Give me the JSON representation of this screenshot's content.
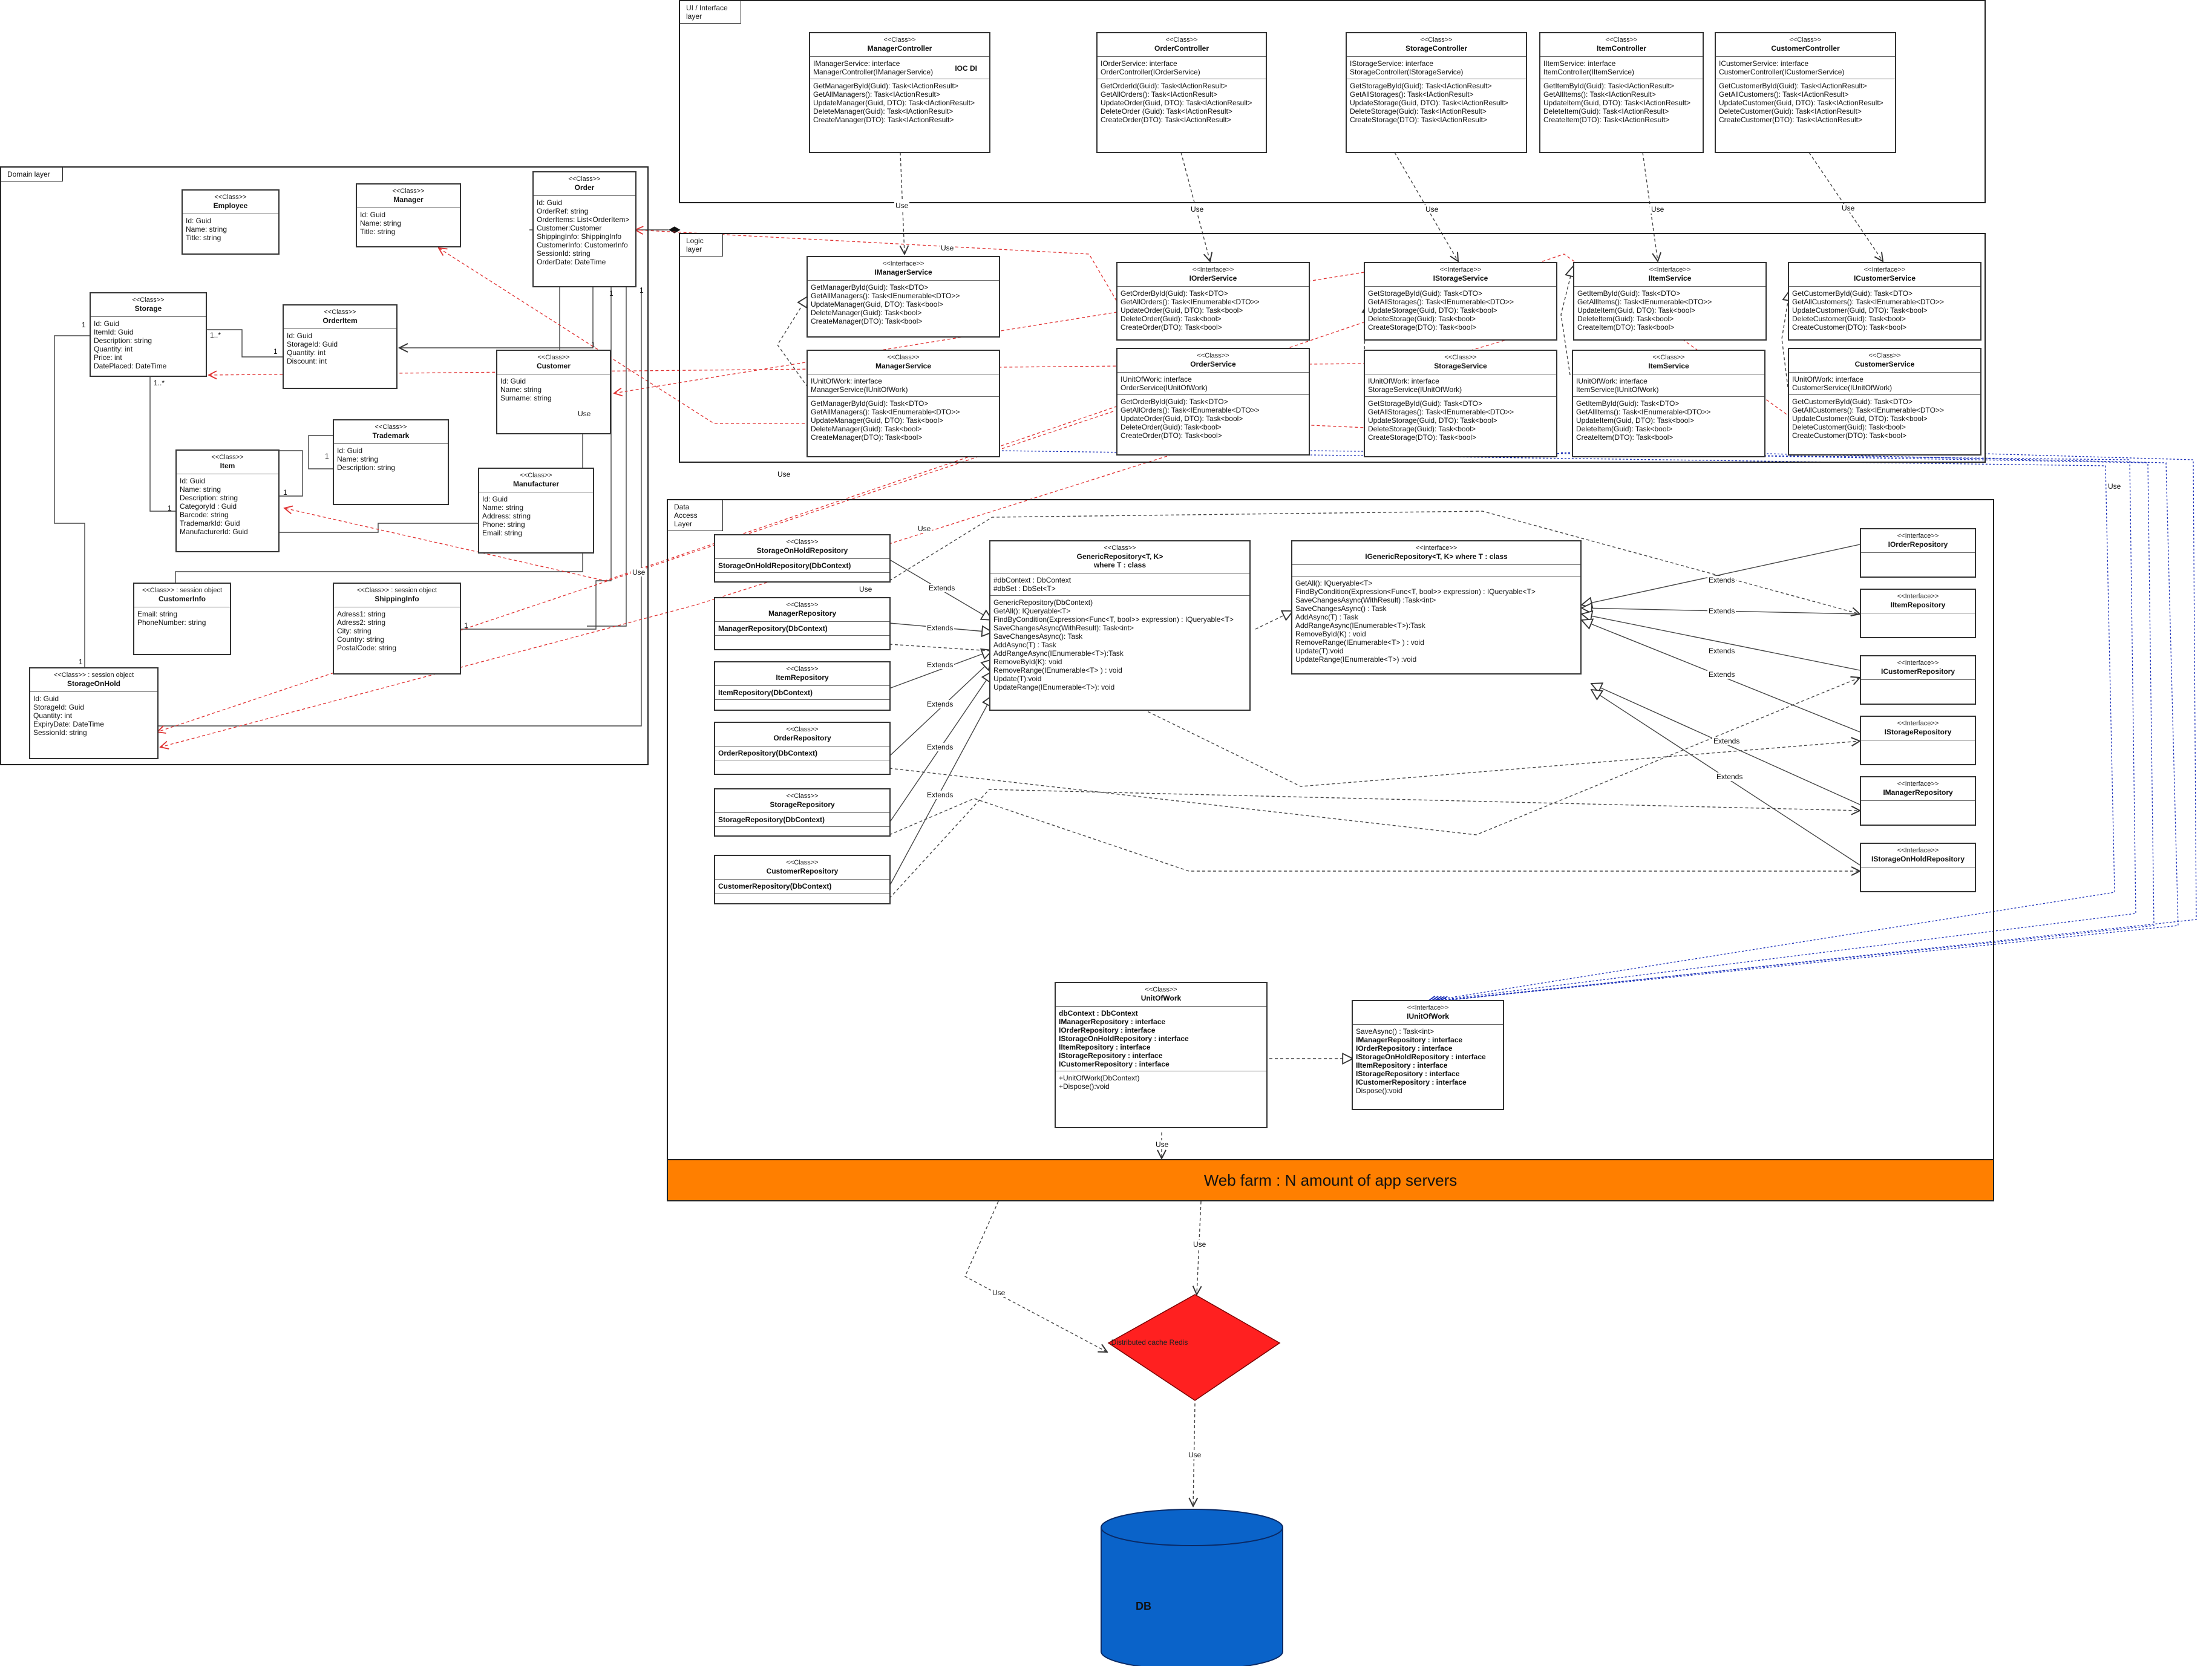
{
  "frames": {
    "ui": "UI / Interface layer",
    "logic": "Logic layer",
    "domain": "Domain layer",
    "dal": "Data Access Layer"
  },
  "controllers": [
    {
      "stereo": "<<Class>>",
      "name": "ManagerController",
      "fields": [
        "IManagerService: interface",
        "ManagerController(IManagerService)"
      ],
      "extra": "IOC DI",
      "methods": [
        "GetManagerById(Guid): Task<IActionResult>",
        "GetAllManagers(): Task<IActionResult>",
        "UpdateManager(Guid, DTO): Task<IActionResult>",
        "DeleteManager(Guid): Task<IActionResult>",
        "CreateManager(DTO): Task<IActionResult>"
      ]
    },
    {
      "stereo": "<<Class>>",
      "name": "OrderController",
      "fields": [
        "IOrderService: interface",
        "OrderController(IOrderService)"
      ],
      "methods": [
        "GetOrderId(Guid): Task<IActionResult>",
        "GetAllOrders(): Task<IActionResult>",
        "UpdateOrder(Guid, DTO): Task<IActionResult>",
        "DeleteOrder (Guid): Task<IActionResult>",
        "CreateOrder(DTO): Task<IActionResult>"
      ]
    },
    {
      "stereo": "<<Class>>",
      "name": "StorageController",
      "fields": [
        "IStorageService: interface",
        "StorageController(IStorageService)"
      ],
      "methods": [
        "GetStorageById(Guid): Task<IActionResult>",
        "GetAllStorages(): Task<IActionResult>",
        "UpdateStorage(Guid, DTO): Task<IActionResult>",
        "DeleteStorage(Guid): Task<IActionResult>",
        "CreateStorage(DTO): Task<IActionResult>"
      ]
    },
    {
      "stereo": "<<Class>>",
      "name": "ItemController",
      "fields": [
        "IItemService: interface",
        "ItemController(IItemService)"
      ],
      "methods": [
        "GetItemById(Guid): Task<IActionResult>",
        "GetAllItems(): Task<IActionResult>",
        "UpdateItem(Guid, DTO): Task<IActionResult>",
        "DeleteItem(Guid): Task<IActionResult>",
        "CreateItem(DTO): Task<IActionResult>"
      ]
    },
    {
      "stereo": "<<Class>>",
      "name": "CustomerController",
      "fields": [
        "ICustomerService: interface",
        "CustomerController(ICustomerService)"
      ],
      "methods": [
        "GetCustomerById(Guid): Task<IActionResult>",
        "GetAllCustomers(): Task<IActionResult>",
        "UpdateCustomer(Guid, DTO): Task<IActionResult>",
        "DeleteCustomer(Guid): Task<IActionResult>",
        "CreateCustomer(DTO): Task<IActionResult>"
      ]
    }
  ],
  "service_interfaces": [
    {
      "stereo": "<<Interface>>",
      "name": "IManagerService",
      "methods": [
        "GetManagerById(Guid): Task<DTO>",
        "GetAllManagers(): Task<IEnumerable<DTO>>",
        "UpdateManager(Guid, DTO): Task<bool>",
        "DeleteManager(Guid): Task<bool>",
        "CreateManager(DTO): Task<bool>"
      ]
    },
    {
      "stereo": "<<Interface>>",
      "name": "IOrderService",
      "methods": [
        "GetOrderById(Guid): Task<DTO>",
        "GetAllOrders(): Task<IEnumerable<DTO>>",
        "UpdateOrder(Guid, DTO): Task<bool>",
        "DeleteOrder(Guid): Task<bool>",
        "CreateOrder(DTO): Task<bool>"
      ]
    },
    {
      "stereo": "<<Interface>>",
      "name": "IStorageService",
      "methods": [
        "GetStorageById(Guid): Task<DTO>",
        "GetAllStorages(): Task<IEnumerable<DTO>>",
        "UpdateStorage(Guid, DTO): Task<bool>",
        "DeleteStorage(Guid): Task<bool>",
        "CreateStorage(DTO): Task<bool>"
      ]
    },
    {
      "stereo": "<<Interface>>",
      "name": "IItemService",
      "methods": [
        "GetItemById(Guid): Task<DTO>",
        "GetAllItems(): Task<IEnumerable<DTO>>",
        "UpdateItem(Guid, DTO): Task<bool>",
        "DeleteItem(Guid): Task<bool>",
        "CreateItem(DTO): Task<bool>"
      ]
    },
    {
      "stereo": "<<Interface>>",
      "name": "ICustomerService",
      "methods": [
        "GetCustomerById(Guid): Task<DTO>",
        "GetAllCustomers(): Task<IEnumerable<DTO>>",
        "UpdateCustomer(Guid, DTO): Task<bool>",
        "DeleteCustomer(Guid): Task<bool>",
        "CreateCustomer(DTO): Task<bool>"
      ]
    }
  ],
  "services": [
    {
      "stereo": "<<Class>>",
      "name": "ManagerService",
      "fields": [
        "IUnitOfWork: interface",
        "ManagerService(IUnitOfWork)"
      ],
      "methods": [
        "GetManagerById(Guid): Task<DTO>",
        "GetAllManagers(): Task<IEnumerable<DTO>>",
        "UpdateManager(Guid, DTO): Task<bool>",
        "DeleteManager(Guid): Task<bool>",
        "CreateManager(DTO): Task<bool>"
      ]
    },
    {
      "stereo": "<<Class>>",
      "name": "OrderService",
      "fields": [
        "IUnitOfWork: interface",
        "OrderService(IUnitOfWork)"
      ],
      "methods": [
        "GetOrderById(Guid): Task<DTO>",
        "GetAllOrders(): Task<IEnumerable<DTO>>",
        "UpdateOrder(Guid, DTO): Task<bool>",
        "DeleteOrder(Guid): Task<bool>",
        "CreateOrder(DTO): Task<bool>"
      ]
    },
    {
      "stereo": "<<Class>>",
      "name": "StorageService",
      "fields": [
        "IUnitOfWork: interface",
        "StorageService(IUnitOfWork)"
      ],
      "methods": [
        "GetStorageById(Guid): Task<DTO>",
        "GetAllStorages(): Task<IEnumerable<DTO>>",
        "UpdateStorage(Guid, DTO): Task<bool>",
        "DeleteStorage(Guid): Task<bool>",
        "CreateStorage(DTO): Task<bool>"
      ]
    },
    {
      "stereo": "<<Class>>",
      "name": "ItemService",
      "fields": [
        "IUnitOfWork: interface",
        "ItemService(IUnitOfWork)"
      ],
      "methods": [
        "GetItemById(Guid): Task<DTO>",
        "GetAllItems(): Task<IEnumerable<DTO>>",
        "UpdateItem(Guid, DTO): Task<bool>",
        "DeleteItem(Guid): Task<bool>",
        "CreateItem(DTO): Task<bool>"
      ]
    },
    {
      "stereo": "<<Class>>",
      "name": "CustomerService",
      "fields": [
        "IUnitOfWork: interface",
        "CustomerService(IUnitOfWork)"
      ],
      "methods": [
        "GetCustomerById(Guid): Task<DTO>",
        "GetAllCustomers(): Task<IEnumerable<DTO>>",
        "UpdateCustomer(Guid, DTO): Task<bool>",
        "DeleteCustomer(Guid): Task<bool>",
        "CreateCustomer(DTO): Task<bool>"
      ]
    }
  ],
  "domain": {
    "employee": {
      "stereo": "<<Class>>",
      "name": "Employee",
      "fields": [
        "Id: Guid",
        "Name: string",
        "Title: string"
      ]
    },
    "manager": {
      "stereo": "<<Class>>",
      "name": "Manager",
      "fields": [
        "Id: Guid",
        "Name: string",
        "Title: string"
      ]
    },
    "order": {
      "stereo": "<<Class>>",
      "name": "Order",
      "fields": [
        "Id: Guid",
        "OrderRef: string",
        "OrderItems: List<OrderItem>",
        "Customer:Customer",
        "ShippingInfo: ShippingInfo",
        "CustomerInfo: CustomerInfo",
        "SessionId: string",
        "OrderDate: DateTime"
      ]
    },
    "storage": {
      "stereo": "<<Class>>",
      "name": "Storage",
      "fields": [
        "Id: Guid",
        "ItemId: Guid",
        "Description: string",
        "Quantity: int",
        "Price: int",
        "DatePlaced: DateTime"
      ]
    },
    "orderitem": {
      "stereo": "<<Class>>",
      "name": "OrderItem",
      "fields": [
        "Id: Guid",
        "StorageId: Guid",
        "Quantity: int",
        "Discount: int"
      ]
    },
    "customer": {
      "stereo": "<<Class>>",
      "name": "Customer",
      "fields": [
        "Id: Guid",
        "Name: string",
        "Surname: string"
      ]
    },
    "trademark": {
      "stereo": "<<Class>>",
      "name": "Trademark",
      "fields": [
        "Id: Guid",
        "Name: string",
        "Description: string"
      ]
    },
    "item": {
      "stereo": "<<Class>>",
      "name": "Item",
      "fields": [
        "Id: Guid",
        "Name: string",
        "Description: string",
        "CategoryId : Guid",
        "Barcode: string",
        "TrademarkId: Guid",
        "ManufacturerId: Guid"
      ]
    },
    "manufacturer": {
      "stereo": "<<Class>>",
      "name": "Manufacturer",
      "fields": [
        "Id: Guid",
        "Name: string",
        "Address: string",
        "Phone: string",
        "Email: string"
      ]
    },
    "customerinfo": {
      "stereo": "<<Class>> : session object",
      "name": "CustomerInfo",
      "fields": [
        "Email: string",
        "PhoneNumber: string"
      ]
    },
    "shippinginfo": {
      "stereo": "<<Class>> : session object",
      "name": "ShippingInfo",
      "fields": [
        "Adress1: string",
        "Adress2: string",
        "City: string",
        "Country: string",
        "PostalCode: string"
      ]
    },
    "storageonhold": {
      "stereo": "<<Class>> : session object",
      "name": "StorageOnHold",
      "fields": [
        "Id: Guid",
        "StorageId: Guid",
        "Quantity: int",
        "ExpiryDate: DateTime",
        "SessionId: string"
      ]
    }
  },
  "repositories": [
    {
      "stereo": "<<Class>>",
      "name": "StorageOnHoldRepository",
      "ctor": "StorageOnHoldRepository(DbContext)"
    },
    {
      "stereo": "<<Class>>",
      "name": "ManagerRepository",
      "ctor": "ManagerRepository(DbContext)"
    },
    {
      "stereo": "<<Class>>",
      "name": "ItemRepository",
      "ctor": "ItemRepository(DbContext)"
    },
    {
      "stereo": "<<Class>>",
      "name": "OrderRepository",
      "ctor": "OrderRepository(DbContext)"
    },
    {
      "stereo": "<<Class>>",
      "name": "StorageRepository",
      "ctor": "StorageRepository(DbContext)"
    },
    {
      "stereo": "<<Class>>",
      "name": "CustomerRepository",
      "ctor": "CustomerRepository(DbContext)"
    }
  ],
  "generic_repo": {
    "stereo": "<<Class>>",
    "name1": "GenericRepository<T, K>",
    "name2": "where T : class",
    "fields": [
      "#dbContext : DbContext",
      "#dbSet : DbSet<T>"
    ],
    "methods": [
      "GenericRepository(DbContext)",
      "GetAll(): IQueryable<T>",
      "FindByCondition(Expression<Func<T, bool>> expression) : IQueryable<T>",
      "SaveChangesAsync(WithResult): Task<int>",
      "SaveChangesAsync(): Task",
      "AddAsync(T) : Task",
      "AddRangeAsync(IEnumerable<T>):Task",
      "RemoveById(K): void",
      "RemoveRange(IEnumerable<T> ) : void",
      "Update(T):void",
      "UpdateRange(IEnumerable<T>): void"
    ]
  },
  "igeneric_repo": {
    "stereo": "<<Interface>>",
    "name": "IGenericRepository<T, K> where T : class",
    "methods": [
      "GetAll(): IQueryable<T>",
      "FindByCondition(Expression<Func<T, bool>> expression) : IQueryable<T>",
      "SaveChangesAsync(WithResult) :Task<int>",
      "SaveChangesAsync() : Task",
      "AddAsync(T) : Task",
      "AddRangeAsync(IEnumerable<T>):Task",
      "RemoveById(K) : void",
      "RemoveRange(IEnumerable<T> ) : void",
      "Update(T):void",
      "UpdateRange(IEnumerable<T>) :void"
    ]
  },
  "irepos": [
    {
      "stereo": "<<Interface>>",
      "name": "IOrderRepository"
    },
    {
      "stereo": "<<Interface>>",
      "name": "IItemRepository"
    },
    {
      "stereo": "<<Interface>>",
      "name": "ICustomerRepository"
    },
    {
      "stereo": "<<Interface>>",
      "name": "IStorageRepository"
    },
    {
      "stereo": "<<Interface>>",
      "name": "IManagerRepository"
    },
    {
      "stereo": "<<Interface>>",
      "name": "IStorageOnHoldRepository"
    }
  ],
  "unitofwork": {
    "stereo": "<<Class>>",
    "name": "UnitOfWork",
    "fields": [
      "dbContext : DbContext",
      "IManagerRepository : interface",
      "IOrderRepository : interface",
      "IStorageOnHoldRepository : interface",
      "IItemRepository : interface",
      "IStorageRepository : interface",
      "ICustomerRepository : interface"
    ],
    "methods": [
      "+UnitOfWork(DbContext)",
      "+Dispose():void"
    ]
  },
  "iunitofwork": {
    "stereo": "<<Interface>>",
    "name": "IUnitOfWork",
    "fields": [
      "SaveAsync() : Task<int>",
      "IManagerRepository : interface",
      "IOrderRepository : interface",
      "IStorageOnHoldRepository : interface",
      "IItemRepository : interface",
      "IStorageRepository : interface",
      "ICustomerRepository : interface",
      "Dispose():void"
    ]
  },
  "labels": {
    "use": "Use",
    "extends": "Extends",
    "one": "1",
    "many": "1..*"
  },
  "webfarm": "Web farm : N amount of app servers",
  "cache": "Distributed cache Redis",
  "db": "DB",
  "colors": {
    "webfarm": "#ff7f00",
    "cache": "#ff2020",
    "db": "#0a63c9",
    "use_red": "#e03030",
    "use_blue": "#1a2fb8"
  }
}
